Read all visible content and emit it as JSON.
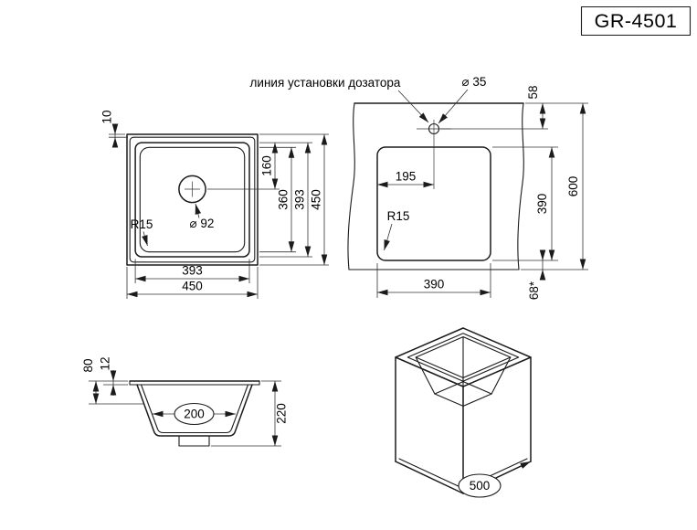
{
  "model": {
    "code": "GR-4501"
  },
  "drawing": {
    "top_view": {
      "labels": {
        "corner_radius": "R15",
        "drain_diameter": "⌀ 92"
      },
      "dims": {
        "rim_offset": "10",
        "drain_from_top": "160",
        "bowl_inner": "360",
        "bowl_outer_v": "393",
        "overall_v": "450",
        "bowl_outer_h": "393",
        "overall_h": "450"
      }
    },
    "cutout_view": {
      "note": "линия установки дозатора",
      "labels": {
        "dispenser_hole_diameter": "⌀ 35",
        "corner_radius": "R15"
      },
      "dims": {
        "hole_from_edge": "58",
        "hole_from_cutout": "195",
        "cutout_height": "390",
        "counter_depth": "600",
        "cutout_width": "390",
        "edge_distance": "68*"
      }
    },
    "section_view": {
      "dims": {
        "rim_height": "80",
        "flange_thickness": "12",
        "drain_width": "200",
        "bowl_depth": "220"
      }
    },
    "iso_view": {
      "dims": {
        "cabinet_width": "500"
      }
    }
  }
}
